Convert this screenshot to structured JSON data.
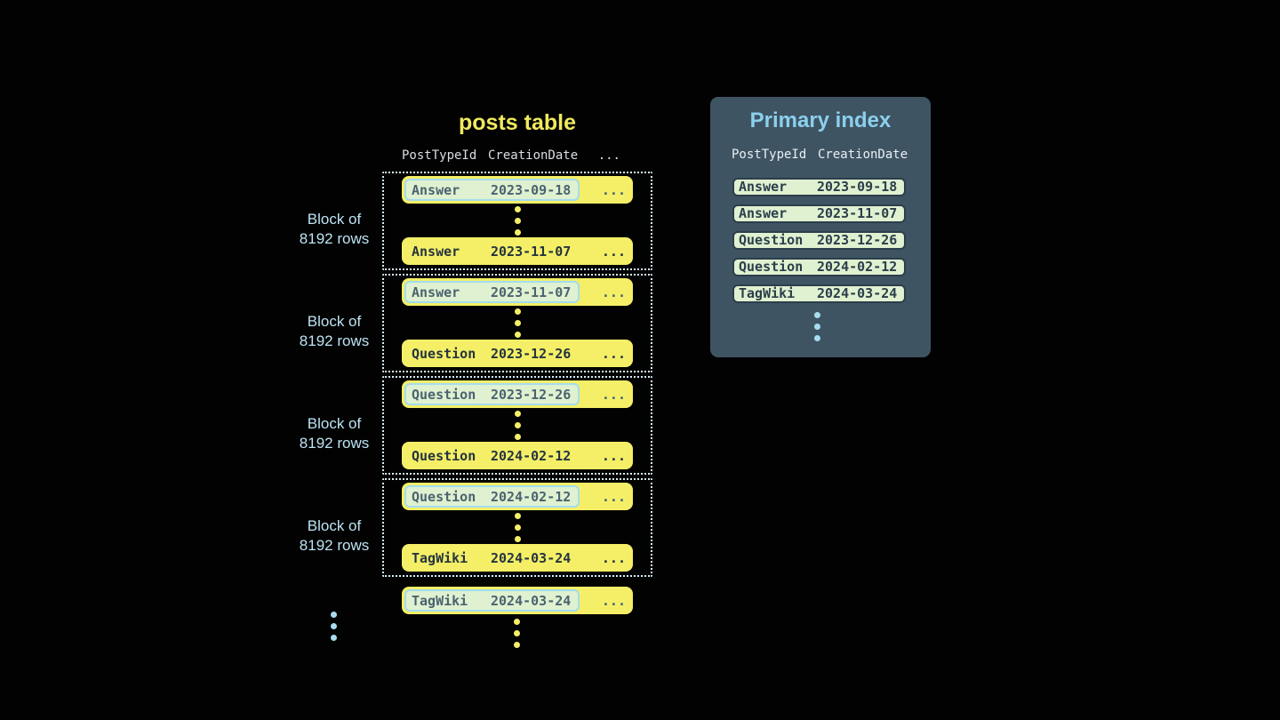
{
  "posts_table": {
    "title": "posts table",
    "headers": {
      "col1": "PostTypeId",
      "col2": "CreationDate",
      "col3": "..."
    },
    "more": "...",
    "block_label": {
      "line1": "Block of",
      "line2": "8192 rows"
    },
    "blocks": [
      {
        "first": {
          "type": "Answer",
          "date": "2023-09-18"
        },
        "last": {
          "type": "Answer",
          "date": "2023-11-07"
        }
      },
      {
        "first": {
          "type": "Answer",
          "date": "2023-11-07"
        },
        "last": {
          "type": "Question",
          "date": "2023-12-26"
        }
      },
      {
        "first": {
          "type": "Question",
          "date": "2023-12-26"
        },
        "last": {
          "type": "Question",
          "date": "2024-02-12"
        }
      },
      {
        "first": {
          "type": "Question",
          "date": "2024-02-12"
        },
        "last": {
          "type": "TagWiki",
          "date": "2024-03-24"
        }
      }
    ],
    "overflow_row": {
      "type": "TagWiki",
      "date": "2024-03-24"
    }
  },
  "primary_index": {
    "title": "Primary index",
    "headers": {
      "col1": "PostTypeId",
      "col2": "CreationDate"
    },
    "entries": [
      {
        "type": "Answer",
        "date": "2023-09-18"
      },
      {
        "type": "Answer",
        "date": "2023-11-07"
      },
      {
        "type": "Question",
        "date": "2023-12-26"
      },
      {
        "type": "Question",
        "date": "2024-02-12"
      },
      {
        "type": "TagWiki",
        "date": "2024-03-24"
      }
    ]
  },
  "colors": {
    "bg": "#020202",
    "yellow": "#f4ef67",
    "yellow-title": "#f0ea5e",
    "dark": "#26343f",
    "dark2": "#2c3e4b",
    "muted-slate": "#4b6371",
    "pale-green": "#dff1d0",
    "hl-border": "#a3dcef",
    "dotted": "#d8eff8",
    "label-blue": "#bce3f3",
    "panel": "#3f5463",
    "panel-title": "#8bd0ec",
    "lightblue": "#a8dcf0",
    "header-gray": "#d9dfe3",
    "header-light": "#e9eff3"
  }
}
